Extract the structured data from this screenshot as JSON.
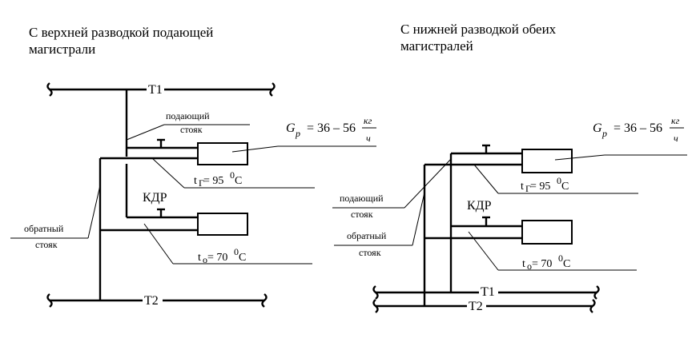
{
  "left": {
    "title_line1": "С верхней разводкой подающей",
    "title_line2": "магистрали",
    "pipe_t1": "Т1",
    "pipe_t2": "Т2",
    "supply_riser_1": "подающий",
    "supply_riser_2": "стояк",
    "return_riser_1": "обратный",
    "return_riser_2": "стояк",
    "flow_label": "G",
    "flow_sub": "р",
    "flow_value": "= 36 – 56",
    "flow_unit_num": "кг",
    "flow_unit_den": "ч",
    "temp_supply_t": "t",
    "temp_supply_sub": "Г",
    "temp_supply_val": " = 95",
    "temp_supply_deg": "0",
    "temp_supply_unit": "С",
    "valve_label": "КДР",
    "temp_return_t": "t",
    "temp_return_sub": "о",
    "temp_return_val": " = 70",
    "temp_return_deg": "0",
    "temp_return_unit": "С"
  },
  "right": {
    "title_line1": "С нижней разводкой обеих",
    "title_line2": "магистралей",
    "pipe_t1": "Т1",
    "pipe_t2": "Т2",
    "supply_riser_1": "подающий",
    "supply_riser_2": "стояк",
    "return_riser_1": "обратный",
    "return_riser_2": "стояк",
    "flow_label": "G",
    "flow_sub": "р",
    "flow_value": "= 36 – 56",
    "flow_unit_num": "кг",
    "flow_unit_den": "ч",
    "temp_supply_t": "t",
    "temp_supply_sub": "Г",
    "temp_supply_val": " = 95",
    "temp_supply_deg": "0",
    "temp_supply_unit": "С",
    "valve_label": "КДР",
    "temp_return_t": "t",
    "temp_return_sub": "о",
    "temp_return_val": " = 70",
    "temp_return_deg": "0",
    "temp_return_unit": "С"
  }
}
